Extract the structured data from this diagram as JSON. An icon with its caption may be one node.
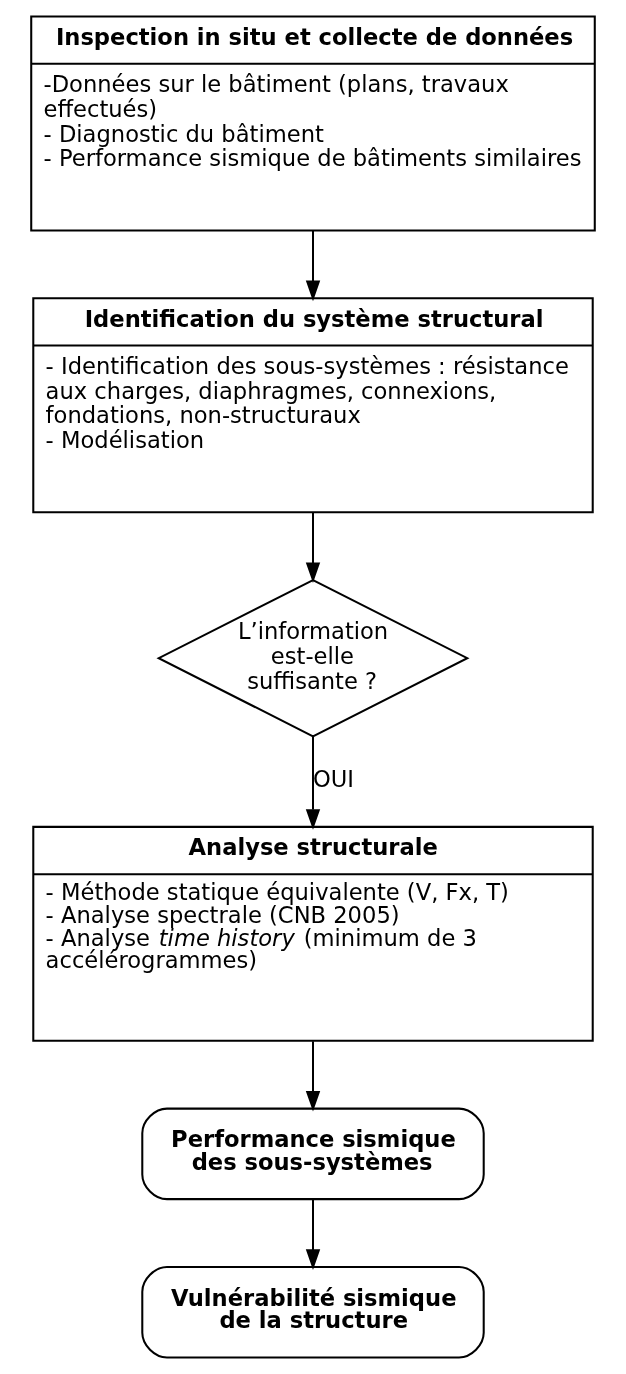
{
  "diagram": {
    "nodes": [
      {
        "text": [
          "Inspection in situ et collecte de données",
          "-Données sur le bâtiment (plans, travaux effectués)",
          "- Diagnostic du bâtiment",
          "- Performance sismique de bâtiments similaires"
        ]
      },
      {
        "text": [
          "Identification du système structural",
          "- Identification des sous-systèmes : résistance aux charges, diaphragmes, connexions, fondations, non-structuraux",
          "- Modélisation"
        ]
      },
      {
        "text": [
          "L’information est-elle suffisante ?"
        ]
      },
      {
        "text": [
          "Analyse structurale",
          "- Méthode statique équivalente (V, Fx, T)",
          "- Analyse spectrale (CNB 2005)",
          "- Analyse *time history* (minimum de 3 accélérogrammes)"
        ]
      },
      {
        "text": [
          "Performance sismique des sous-systèmes"
        ]
      },
      {
        "text": [
          "Vulnérabilité sismique de la structure"
        ]
      }
    ],
    "edges": [
      {
        "from": 0,
        "to": 1,
        "arrow": "to"
      },
      {
        "from": 1,
        "to": 2,
        "arrow": "to"
      },
      {
        "from": 2,
        "to": 3,
        "arrow": "to",
        "label": "OUI"
      },
      {
        "from": 3,
        "to": 4,
        "arrow": "to"
      },
      {
        "from": 4,
        "to": 5,
        "arrow": "to"
      }
    ]
  }
}
